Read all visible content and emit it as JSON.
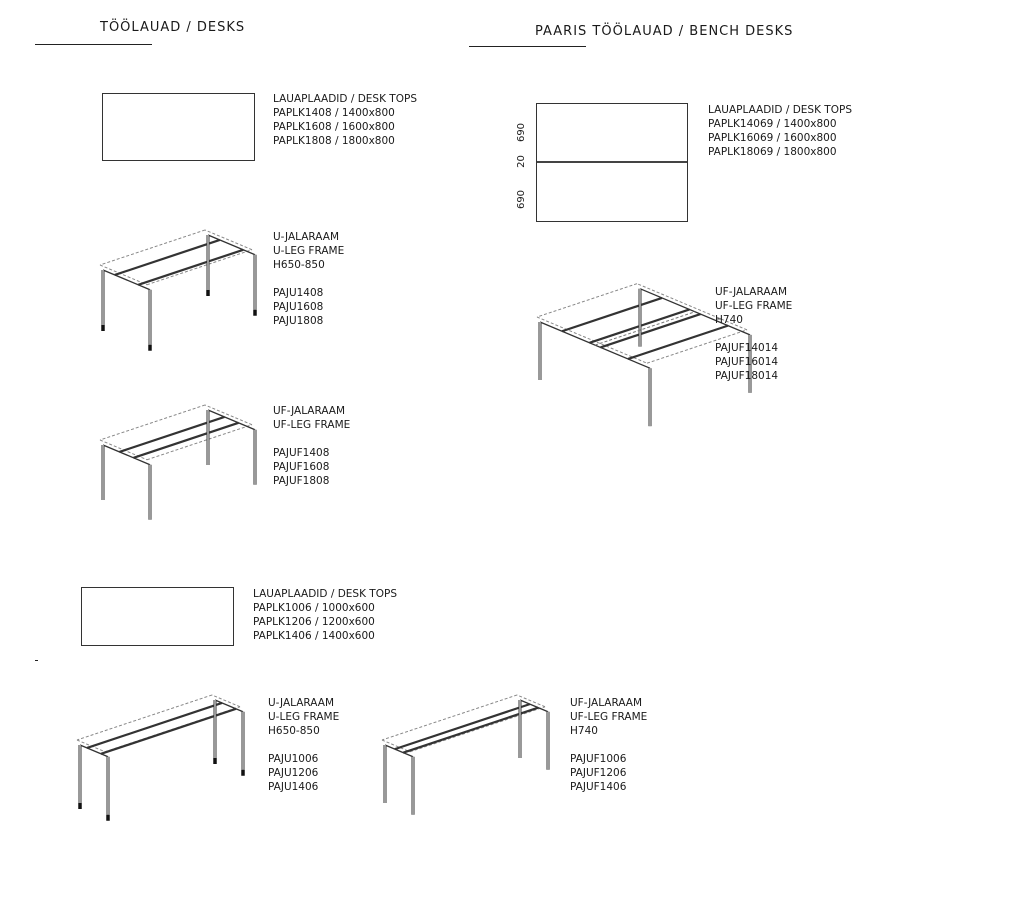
{
  "headers": {
    "desks": "TÖÖLAUAD / DESKS",
    "bench": "PAARIS TÖÖLAUAD / BENCH DESKS"
  },
  "desk_tops_800": {
    "heading": "LAUAPLAADID / DESK TOPS",
    "items": [
      "PAPLK1408 / 1400x800",
      "PAPLK1608 / 1600x800",
      "PAPLK1808 / 1800x800"
    ]
  },
  "u_frame_800": {
    "lines": [
      "U-JALARAAM",
      "U-LEG FRAME",
      "H650-850"
    ],
    "codes": [
      "PAJU1408",
      "PAJU1608",
      "PAJU1808"
    ]
  },
  "uf_frame_800": {
    "lines": [
      "UF-JALARAAM",
      "UF-LEG FRAME"
    ],
    "codes": [
      "PAJUF1408",
      "PAJUF1608",
      "PAJUF1808"
    ]
  },
  "bench_tops": {
    "heading": "LAUAPLAADID / DESK TOPS",
    "items": [
      "PAPLK14069 / 1400x800",
      "PAPLK16069 / 1600x800",
      "PAPLK18069 / 1800x800"
    ],
    "dimensions": [
      "690",
      "20",
      "690"
    ]
  },
  "bench_frame": {
    "lines": [
      "UF-JALARAAM",
      "UF-LEG FRAME",
      "H740"
    ],
    "codes": [
      "PAJUF14014",
      "PAJUF16014",
      "PAJUF18014"
    ]
  },
  "desk_tops_600": {
    "heading": "LAUAPLAADID / DESK TOPS",
    "items": [
      "PAPLK1006 / 1000x600",
      "PAPLK1206 / 1200x600",
      "PAPLK1406 / 1400x600"
    ]
  },
  "u_frame_600": {
    "lines": [
      "U-JALARAAM",
      "U-LEG FRAME",
      "H650-850"
    ],
    "codes": [
      "PAJU1006",
      "PAJU1206",
      "PAJU1406"
    ]
  },
  "uf_frame_600": {
    "lines": [
      "UF-JALARAAM",
      "UF-LEG FRAME",
      "H740"
    ],
    "codes": [
      "PAJUF1006",
      "PAJUF1206",
      "PAJUF1406"
    ]
  }
}
